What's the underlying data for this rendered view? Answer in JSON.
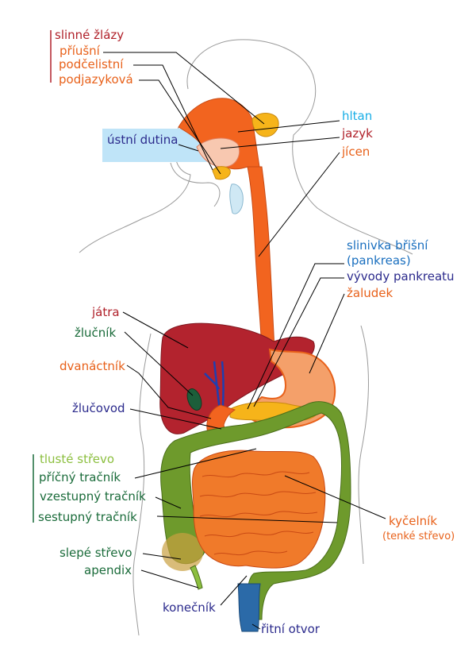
{
  "colors": {
    "red_label": "#b0212a",
    "orange_label": "#e8611a",
    "dark_blue_label": "#2b2a8c",
    "cyan_label": "#18aee6",
    "green_label": "#1a6b3a",
    "light_green_label": "#8cbf3f",
    "blue_label": "#1a6fbf",
    "esophagus": "#f2641f",
    "liver": "#b3232e",
    "colon": "#6e9a2c",
    "small_intestine": "#f07a2a",
    "stomach": "#f4a06a",
    "gland": "#f6b41a",
    "oral_box": "#bfe4f8"
  },
  "labels": {
    "salivary_glands": "slinné žlázy",
    "parotid": "příušní",
    "submandibular": "podčelistní",
    "sublingual": "podjazyková",
    "oral_cavity": "ústní dutina",
    "pharynx": "hltan",
    "tongue": "jazyk",
    "esophagus": "jícen",
    "pancreas_line1": "slinivka břišní",
    "pancreas_line2": "(pankreas)",
    "pancreatic_ducts": "vývody pankreatu",
    "stomach": "žaludek",
    "liver": "játra",
    "gallbladder": "žlučník",
    "duodenum": "dvanáctník",
    "bile_duct": "žlučovod",
    "large_intestine": "tlusté střevo",
    "transverse_colon": "příčný tračník",
    "ascending_colon": "vzestupný tračník",
    "descending_colon": "sestupný tračník",
    "ileum": "kyčelník",
    "small_intestine_note": "(tenké střevo)",
    "cecum": "slepé střevo",
    "appendix": "apendix",
    "rectum": "konečník",
    "anus": "řitní otvor"
  }
}
